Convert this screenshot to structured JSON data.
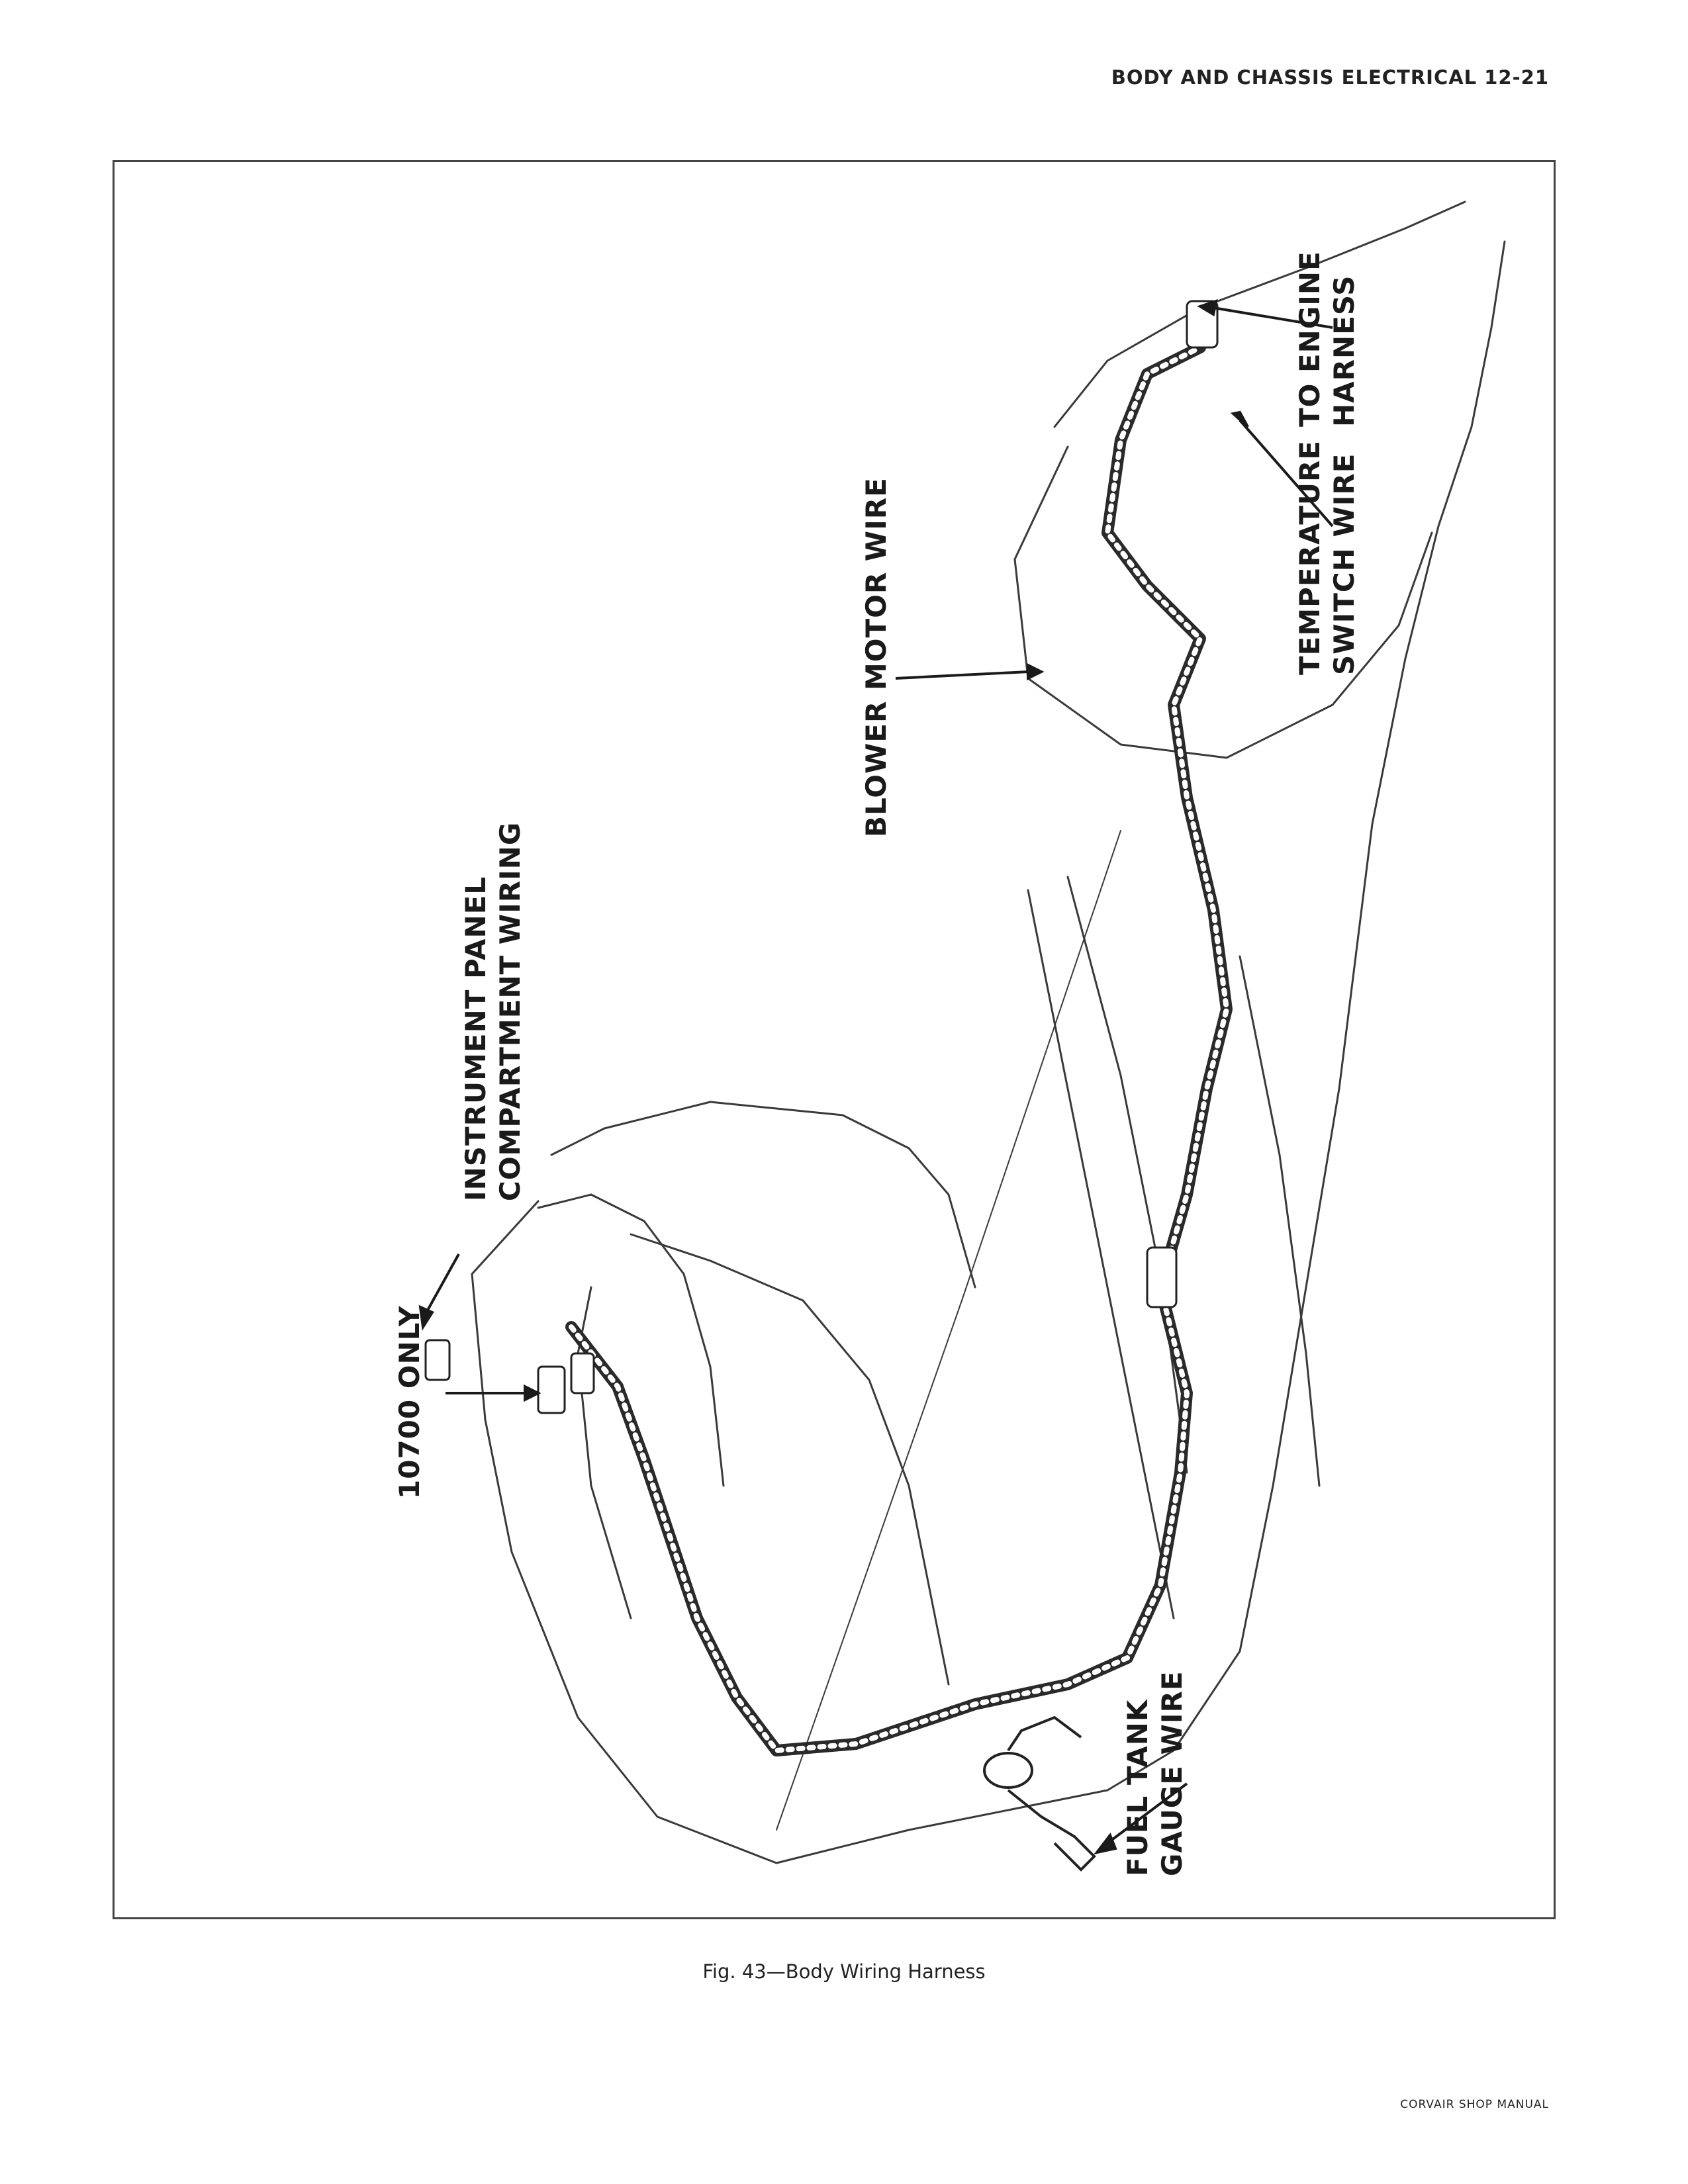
{
  "page": {
    "header": "BODY AND CHASSIS ELECTRICAL 12-21",
    "caption": "Fig. 43—Body Wiring Harness",
    "footer": "CORVAIR SHOP MANUAL"
  },
  "figure": {
    "callouts": [
      {
        "id": "10700-only",
        "lines": [
          "10700 ONLY"
        ]
      },
      {
        "id": "instrument-panel",
        "lines": [
          "INSTRUMENT PANEL",
          "COMPARTMENT WIRING"
        ]
      },
      {
        "id": "blower-motor",
        "lines": [
          "BLOWER MOTOR WIRE"
        ]
      },
      {
        "id": "temperature-switch",
        "lines": [
          "TEMPERATURE",
          "SWITCH WIRE"
        ]
      },
      {
        "id": "engine-harness",
        "lines": [
          "TO ENGINE",
          "HARNESS"
        ]
      },
      {
        "id": "fuel-tank",
        "lines": [
          "FUEL TANK",
          "GAUGE WIRE"
        ]
      }
    ]
  }
}
